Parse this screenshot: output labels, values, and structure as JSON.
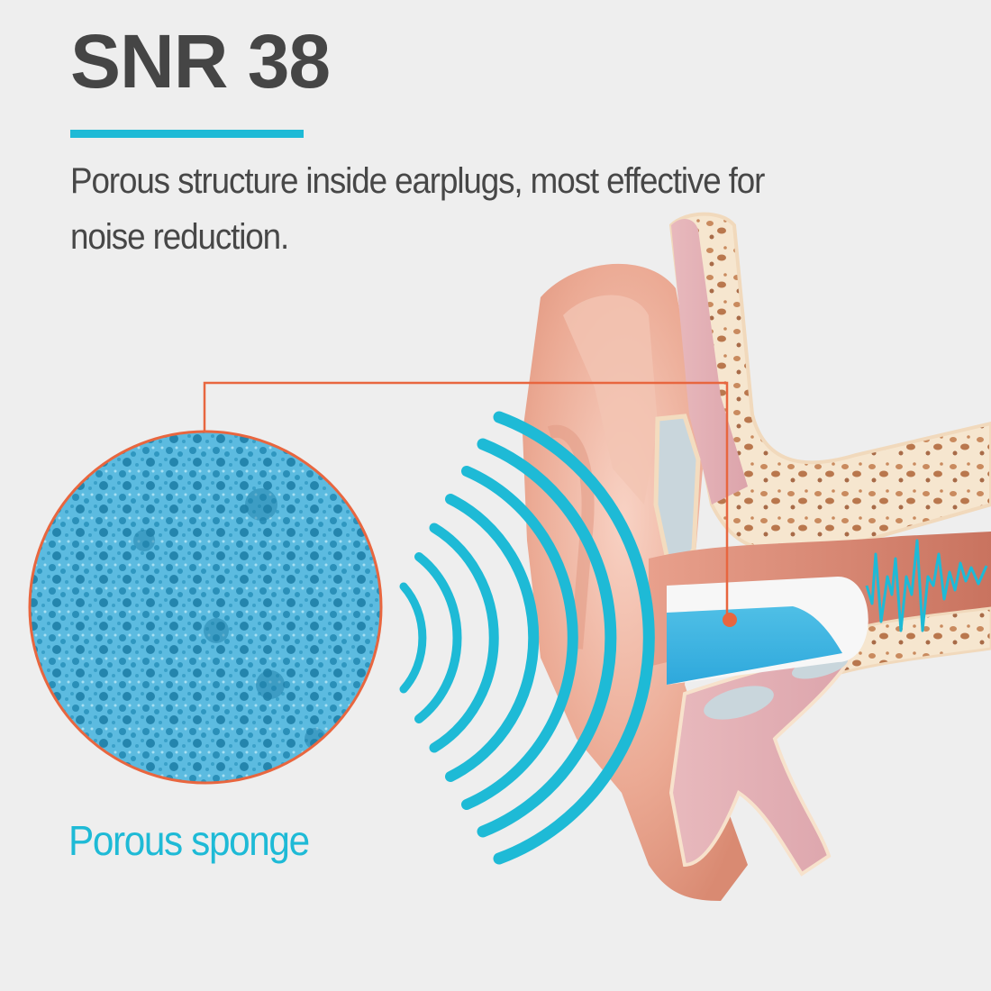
{
  "header": {
    "title": "SNR 38",
    "description": "Porous structure inside earplugs, most effective for noise reduction."
  },
  "callout": {
    "label": "Porous sponge",
    "line_color": "#e8663f"
  },
  "colors": {
    "accent": "#1ebad6",
    "title_text": "#454545",
    "background": "#eeeeee",
    "callout_line": "#e8663f",
    "sponge_blue": "#3aa6d6"
  },
  "illustration": {
    "sound_wave_count": 7,
    "elements": [
      "porous-sponge-magnified",
      "sound-waves",
      "ear-cross-section",
      "foam-earplug",
      "vibration-waveform"
    ]
  }
}
